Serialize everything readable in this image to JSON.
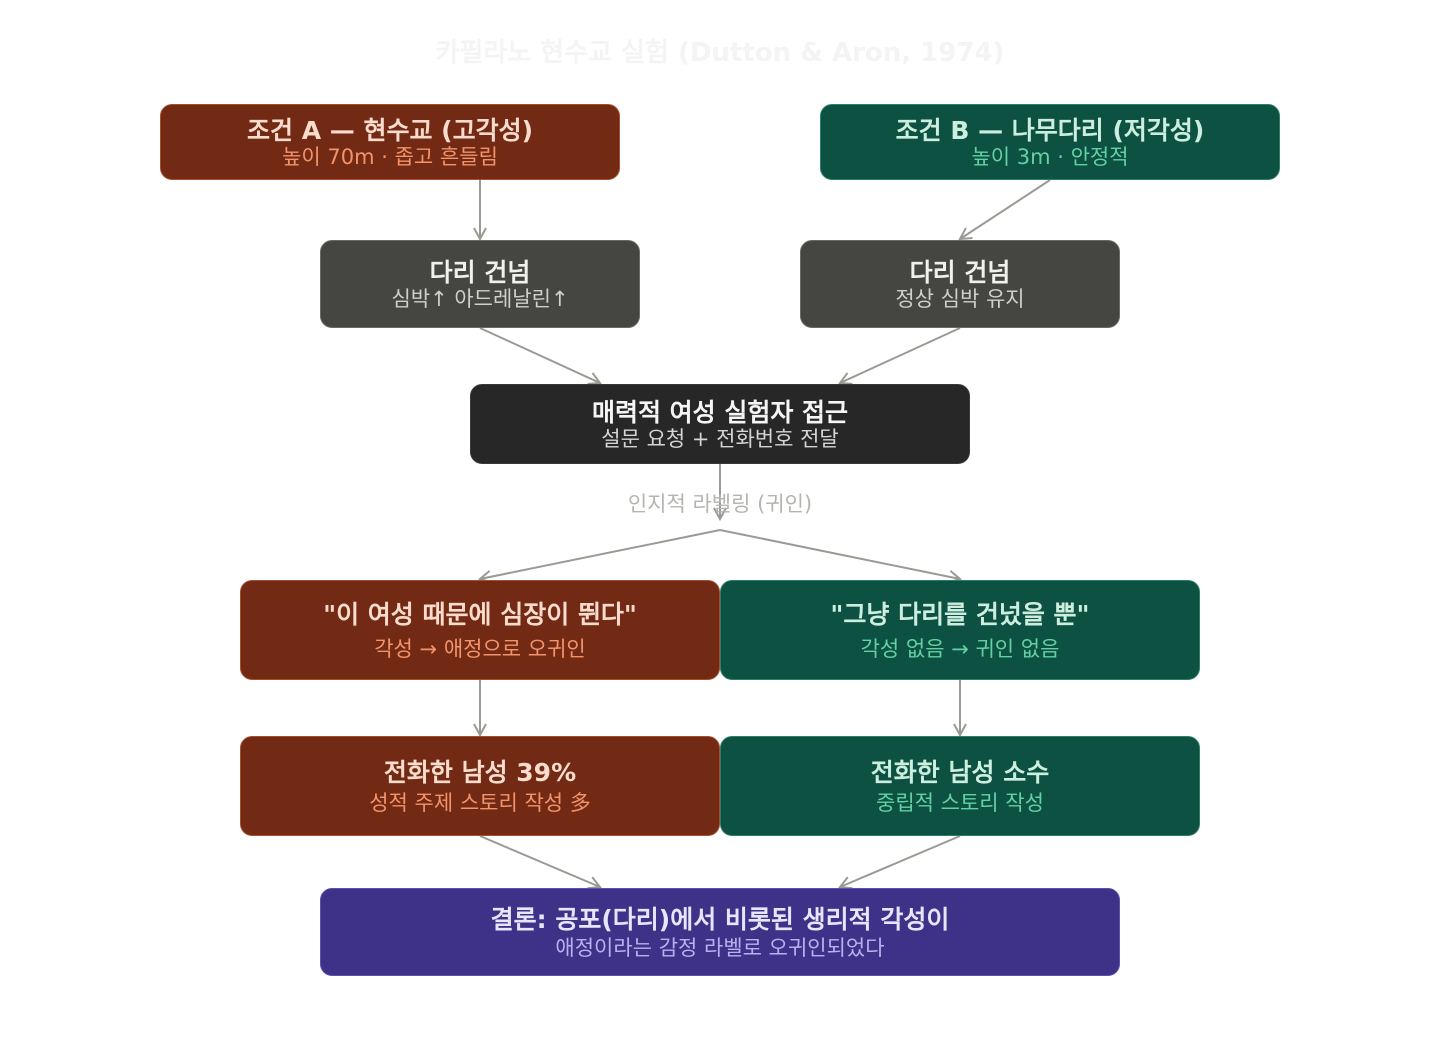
{
  "title": "카필라노 현수교 실험 (Dutton & Aron, 1974)",
  "nodes": {
    "cond_a": {
      "main": "조건 A — 현수교 (고각성)",
      "sub": "높이 70m · 좁고 흔들림"
    },
    "cond_b": {
      "main": "조건 B — 나무다리 (저각성)",
      "sub": "높이 3m · 안정적"
    },
    "cross_a": {
      "main": "다리 건넘",
      "sub": "심박↑ 아드레날린↑"
    },
    "cross_b": {
      "main": "다리 건넘",
      "sub": "정상 심박 유지"
    },
    "approach": {
      "main": "매력적 여성 실험자 접근",
      "sub": "설문 요청 + 전화번호 전달"
    },
    "attr_a": {
      "main": "\"이 여성 때문에 심장이 뛴다\"",
      "sub": "각성 → 애정으로 오귀인"
    },
    "attr_b": {
      "main": "\"그냥 다리를 건넜을 뿐\"",
      "sub": "각성 없음 → 귀인 없음"
    },
    "result_a": {
      "main": "전화한 남성 39%",
      "sub": "성적 주제 스토리 작성 多"
    },
    "result_b": {
      "main": "전화한 남성 소수",
      "sub": "중립적 스토리 작성"
    },
    "conclusion": {
      "main": "결론: 공포(다리)에서 비롯된 생리적 각성이",
      "sub": "애정이라는 감정 라벨로 오귀인되었다"
    }
  },
  "edge_label": "인지적 라벨링 (귀인)",
  "colors": {
    "condition_a": "#722a14",
    "condition_b": "#0c5141",
    "neutral": "#454541",
    "approach": "#272727",
    "conclusion": "#3d3188",
    "arrow": "#9a9a94"
  }
}
